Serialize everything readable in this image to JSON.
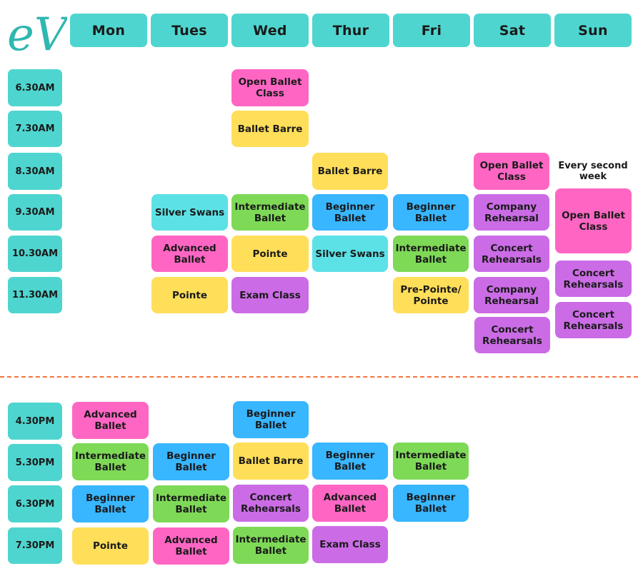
{
  "logo": {
    "text": "eV",
    "color": "#2fb7b0"
  },
  "days": [
    "Mon",
    "Tues",
    "Wed",
    "Thur",
    "Fri",
    "Sat",
    "Sun"
  ],
  "morning_times": [
    "6.30AM",
    "7.30AM",
    "8.30AM",
    "9.30AM",
    "10.30AM",
    "11.30AM"
  ],
  "evening_times": [
    "4.30PM",
    "5.30PM",
    "6.30PM",
    "7.30PM"
  ],
  "note": "Every second week",
  "colors": {
    "header": "#4fd5cf",
    "pink": "#ff66c4",
    "yellow": "#ffde59",
    "purple": "#cb6ce6",
    "green": "#7ed957",
    "blue": "#38b6ff",
    "cyan": "#5ce1e6",
    "divider": "#f0743e"
  },
  "classes": [
    {
      "label": "Open Ballet Class",
      "day": "Wed",
      "color": "pink"
    },
    {
      "label": "Ballet Barre",
      "day": "Wed",
      "color": "yellow"
    },
    {
      "label": "Ballet Barre",
      "day": "Thur",
      "color": "yellow"
    },
    {
      "label": "Open Ballet Class",
      "day": "Sat",
      "color": "pink"
    },
    {
      "label": "Silver Swans",
      "day": "Tues",
      "color": "cyan"
    },
    {
      "label": "Intermediate Ballet",
      "day": "Wed",
      "color": "green"
    },
    {
      "label": "Beginner Ballet",
      "day": "Thur",
      "color": "blue"
    },
    {
      "label": "Beginner Ballet",
      "day": "Fri",
      "color": "blue"
    },
    {
      "label": "Company Rehearsal",
      "day": "Sat",
      "color": "purple"
    },
    {
      "label": "Open Ballet Class",
      "day": "Sun",
      "color": "pink"
    },
    {
      "label": "Advanced Ballet",
      "day": "Tues",
      "color": "pink"
    },
    {
      "label": "Pointe",
      "day": "Wed",
      "color": "yellow"
    },
    {
      "label": "Silver Swans",
      "day": "Thur",
      "color": "cyan"
    },
    {
      "label": "Intermediate Ballet",
      "day": "Fri",
      "color": "green"
    },
    {
      "label": "Concert Rehearsals",
      "day": "Sat",
      "color": "purple"
    },
    {
      "label": "Concert Rehearsals",
      "day": "Sun",
      "color": "purple"
    },
    {
      "label": "Pointe",
      "day": "Tues",
      "color": "yellow"
    },
    {
      "label": "Exam Class",
      "day": "Wed",
      "color": "purple"
    },
    {
      "label": "Pre-Pointe/ Pointe",
      "day": "Fri",
      "color": "yellow"
    },
    {
      "label": "Company Rehearsal",
      "day": "Sat",
      "color": "purple"
    },
    {
      "label": "Concert Rehearsals",
      "day": "Sun",
      "color": "purple"
    },
    {
      "label": "Concert Rehearsals",
      "day": "Sat",
      "color": "purple"
    },
    {
      "label": "Advanced Ballet",
      "day": "Mon",
      "color": "pink"
    },
    {
      "label": "Beginner Ballet",
      "day": "Wed",
      "color": "blue"
    },
    {
      "label": "Intermediate Ballet",
      "day": "Mon",
      "color": "green"
    },
    {
      "label": "Beginner Ballet",
      "day": "Tues",
      "color": "blue"
    },
    {
      "label": "Ballet Barre",
      "day": "Wed",
      "color": "yellow"
    },
    {
      "label": "Beginner Ballet",
      "day": "Thur",
      "color": "blue"
    },
    {
      "label": "Intermediate Ballet",
      "day": "Fri",
      "color": "green"
    },
    {
      "label": "Beginner Ballet",
      "day": "Mon",
      "color": "blue"
    },
    {
      "label": "Intermediate Ballet",
      "day": "Tues",
      "color": "green"
    },
    {
      "label": "Concert Rehearsals",
      "day": "Wed",
      "color": "purple"
    },
    {
      "label": "Advanced Ballet",
      "day": "Thur",
      "color": "pink"
    },
    {
      "label": "Beginner Ballet",
      "day": "Fri",
      "color": "blue"
    },
    {
      "label": "Pointe",
      "day": "Mon",
      "color": "yellow"
    },
    {
      "label": "Advanced Ballet",
      "day": "Tues",
      "color": "pink"
    },
    {
      "label": "Intermediate Ballet",
      "day": "Wed",
      "color": "green"
    },
    {
      "label": "Exam Class",
      "day": "Thur",
      "color": "purple"
    }
  ]
}
